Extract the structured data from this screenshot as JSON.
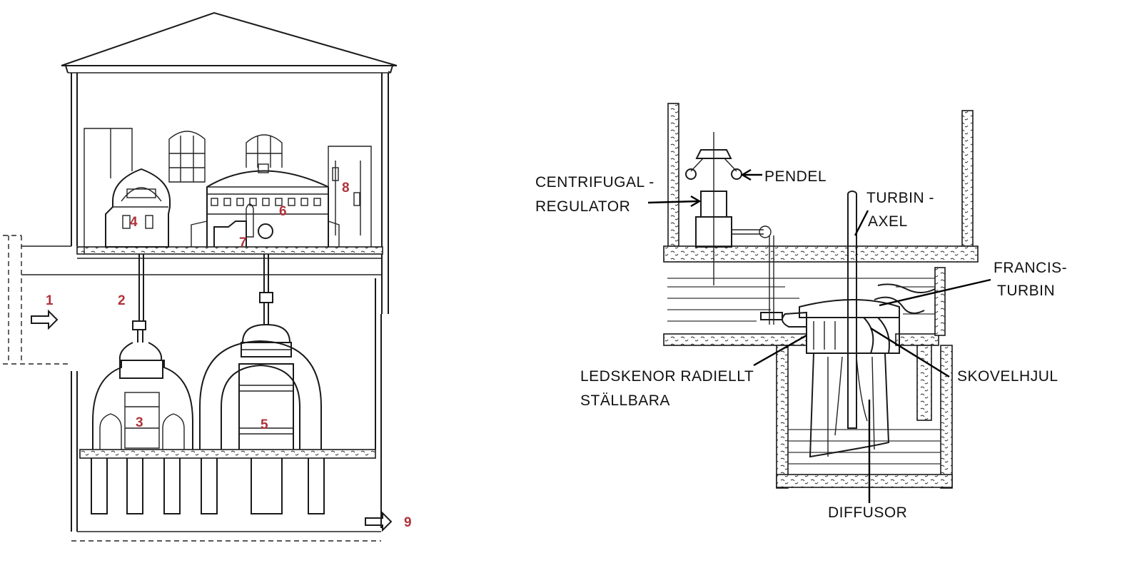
{
  "left_diagram": {
    "numbers": [
      "1",
      "2",
      "3",
      "4",
      "5",
      "6",
      "7",
      "8",
      "9"
    ]
  },
  "right_diagram": {
    "labels": {
      "centrifugal_line1": "CENTRIFUGAL -",
      "centrifugal_line2": "REGULATOR",
      "pendel": "PENDEL",
      "turbin_line1": "TURBIN -",
      "turbin_line2": "AXEL",
      "francis_line1": "FRANCIS-",
      "francis_line2": "TURBIN",
      "ledskenor_line1": "LEDSKENOR RADIELLT",
      "ledskenor_line2": "STÄLLBARA",
      "skovelhjul": "SKOVELHJUL",
      "diffusor": "DIFFUSOR"
    }
  },
  "colors": {
    "number_red": "#b0323a",
    "ink": "#1a1a1a"
  }
}
